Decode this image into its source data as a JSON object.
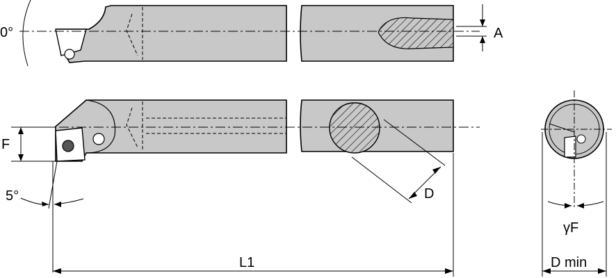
{
  "labels": {
    "angle_zero": "0°",
    "dim_a": "A",
    "dim_f": "F",
    "angle_five": "5°",
    "dim_d": "D",
    "dim_l1": "L1",
    "gamma_f": "γF",
    "d_min": "D min"
  },
  "colors": {
    "body_fill": "#c8c8c8",
    "line": "#000000",
    "background": "#ffffff"
  }
}
